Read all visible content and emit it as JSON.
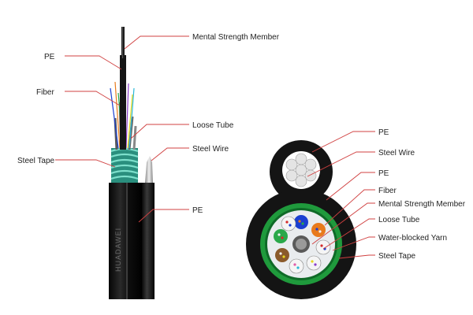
{
  "side_view": {
    "jacket_print": "HUADAWEI",
    "labels": {
      "mental_strength_member": "Mental Strength Member",
      "pe_top": "PE",
      "fiber": "Fiber",
      "loose_tube": "Loose Tube",
      "steel_wire": "Steel  Wire",
      "steel_tape": "Steel Tape",
      "pe_bottom": "PE"
    }
  },
  "cross_section": {
    "labels": {
      "pe_1": "PE",
      "steel_wire": "Steel  Wire",
      "pe_2": "PE",
      "fiber": "Fiber",
      "mental_strength_member": "Mental Strength Member",
      "loose_tube": "Loose Tube",
      "water_blocked_yarn": "Water-blocked Yarn",
      "steel_tape": "Steel Tape"
    }
  },
  "colors": {
    "jacket": "#141414",
    "steel_tape_green": "#1f9a3c",
    "steel_tape_cyan": "#3fb8a8",
    "steel": "#c8c8c8",
    "leader": "#d04040",
    "fiber_colors": [
      "#1a3fd1",
      "#e87a1c",
      "#2aa84a",
      "#8a5a2b",
      "#9a9a9a",
      "#f2f2f2",
      "#d42a2a",
      "#111111",
      "#e8d81e",
      "#8a3cc8",
      "#e05aa8",
      "#2ab8d8"
    ]
  }
}
